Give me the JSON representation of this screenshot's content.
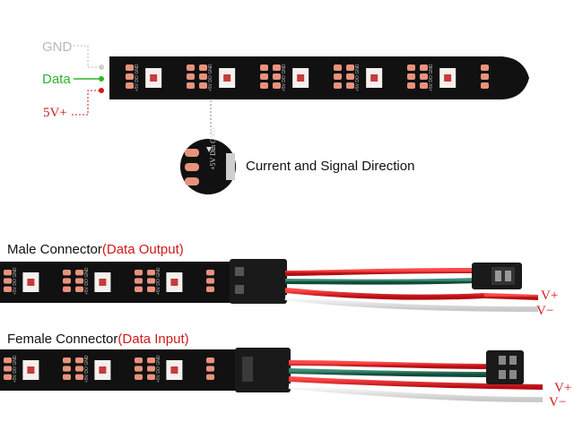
{
  "wire_legend": {
    "gnd": "GND",
    "data": "Data",
    "vplus": "5V+"
  },
  "strip_labels": {
    "pin_5v": "+5V",
    "pin_din": "Din",
    "pin_gnd": "GND",
    "pin_do": "DO"
  },
  "direction_caption": "Current and Signal Direction",
  "male": {
    "title_main": "Male Connector",
    "title_paren": "(Data Output)",
    "vplus": "V+",
    "vminus": "V−"
  },
  "female": {
    "title_main": "Female Connector",
    "title_paren": "(Data Input)",
    "vplus": "V+",
    "vminus": "V−"
  },
  "colors": {
    "strip": "#111111",
    "pad": "#e8927c",
    "led_body": "#f4f0ee",
    "led_core": "#c63b3b",
    "wire_red": "#d8141a",
    "wire_green": "#1e6a52",
    "wire_white": "#e9e9e9",
    "connector": "#1a1a1a"
  }
}
